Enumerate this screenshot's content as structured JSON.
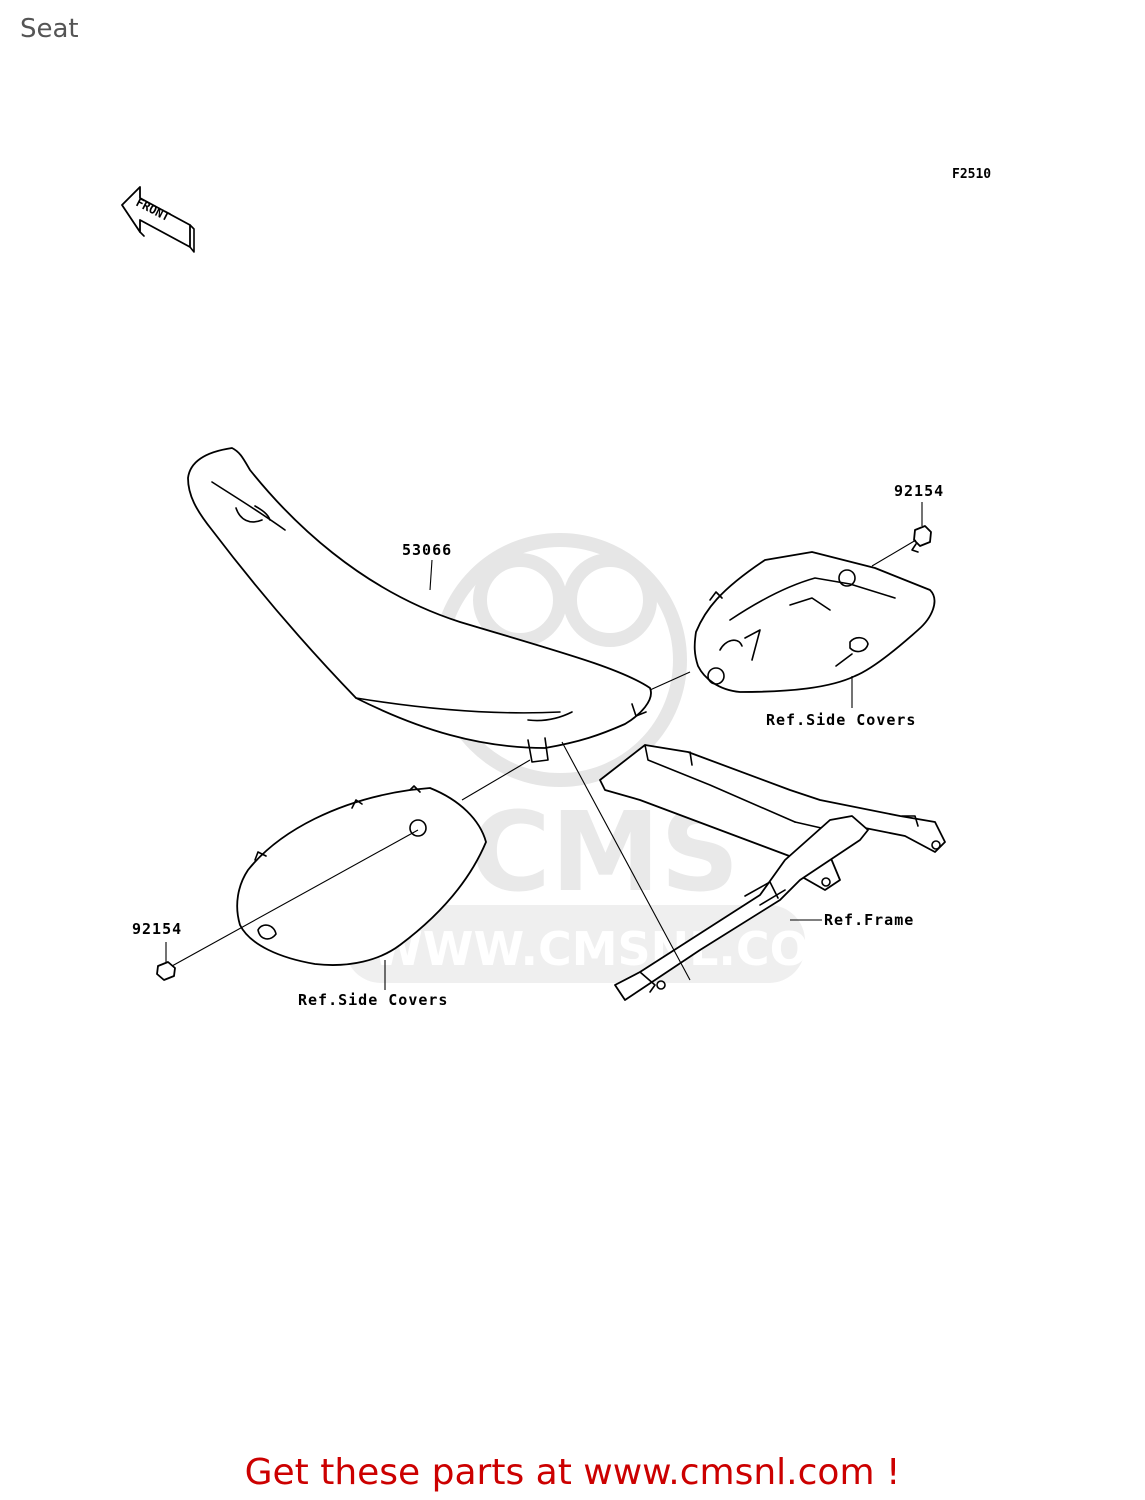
{
  "page": {
    "title": "Seat",
    "diagram_code": "F2510",
    "cta": "Get these parts at www.cmsnl.com !"
  },
  "front_arrow": {
    "label": "FRONT"
  },
  "callouts": {
    "seat": "53066",
    "bolt_right": "92154",
    "bolt_left": "92154",
    "side_cover_right": "Ref.Side Covers",
    "side_cover_left": "Ref.Side Covers",
    "frame": "Ref.Frame"
  },
  "watermark": {
    "brand": "CMS",
    "url": "WWW.CMSNL.COM"
  },
  "colors": {
    "cta": "#cc0000",
    "title": "#555555",
    "watermark": "#e6e6e6"
  }
}
